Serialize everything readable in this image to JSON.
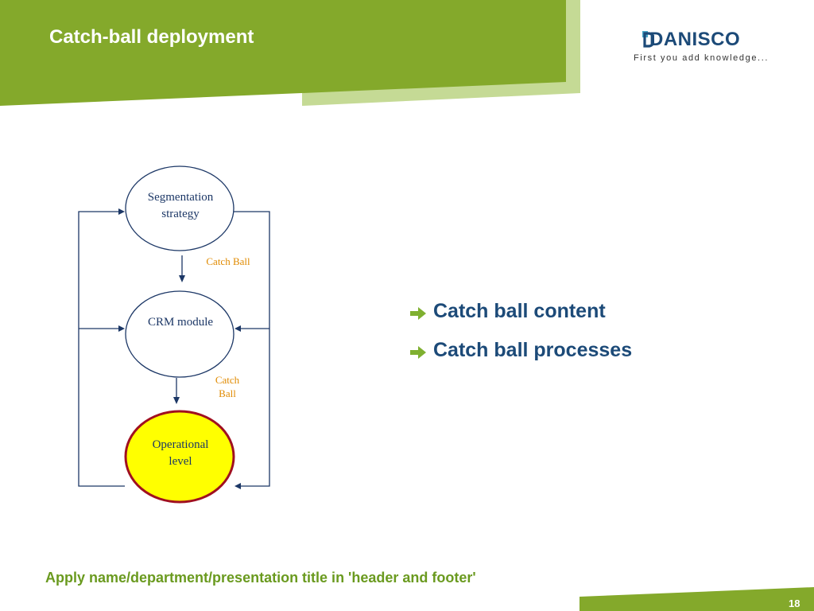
{
  "header": {
    "title": "Catch-ball deployment"
  },
  "logo": {
    "name": "DANISCO",
    "tagline": "First you add knowledge..."
  },
  "diagram": {
    "nodes": [
      {
        "label_line1": "Segmentation",
        "label_line2": "strategy"
      },
      {
        "label_line1": "CRM module"
      },
      {
        "label_line1": "Operational",
        "label_line2": "level"
      }
    ],
    "edges": [
      {
        "label_line1": "Catch Ball"
      },
      {
        "label_line1": "Catch",
        "label_line2": "Ball"
      }
    ]
  },
  "bullets": [
    {
      "text": "Catch ball content"
    },
    {
      "text": "Catch ball processes"
    }
  ],
  "footer": {
    "text": "Apply name/department/presentation title in 'header and footer'",
    "page_number": "18"
  },
  "colors": {
    "header_green": "#84a92b",
    "header_light_green": "#c5da95",
    "text_blue": "#1c4a78",
    "edge_label_orange": "#e08a00",
    "highlight_fill": "#ffff00",
    "highlight_stroke": "#a01020"
  }
}
